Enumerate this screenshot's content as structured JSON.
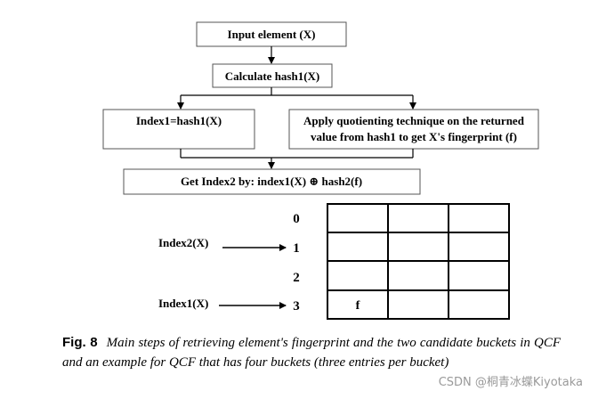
{
  "flowchart": {
    "input": "Input element (X)",
    "hash1": "Calculate hash1(X)",
    "index1": "Index1=hash1(X)",
    "quotient_line1": "Apply quotienting technique on the returned",
    "quotient_line2": "value from hash1 to get X's fingerprint (f)",
    "index2": "Get Index2 by: index1(X) ⊕ hash2(f)"
  },
  "bucket_table": {
    "bucket_numbers": [
      "0",
      "1",
      "2",
      "3"
    ],
    "entries_per_bucket": 3,
    "pointer_index2": "Index2(X)",
    "pointer_index1": "Index1(X)",
    "cell_value": "f"
  },
  "caption": {
    "label": "Fig. 8",
    "text": "Main steps of retrieving element's fingerprint and the two candidate buckets in QCF and an example for QCF that has four buckets (three entries per bucket)"
  },
  "watermark": "CSDN @桐青冰蝶Kiyotaka"
}
